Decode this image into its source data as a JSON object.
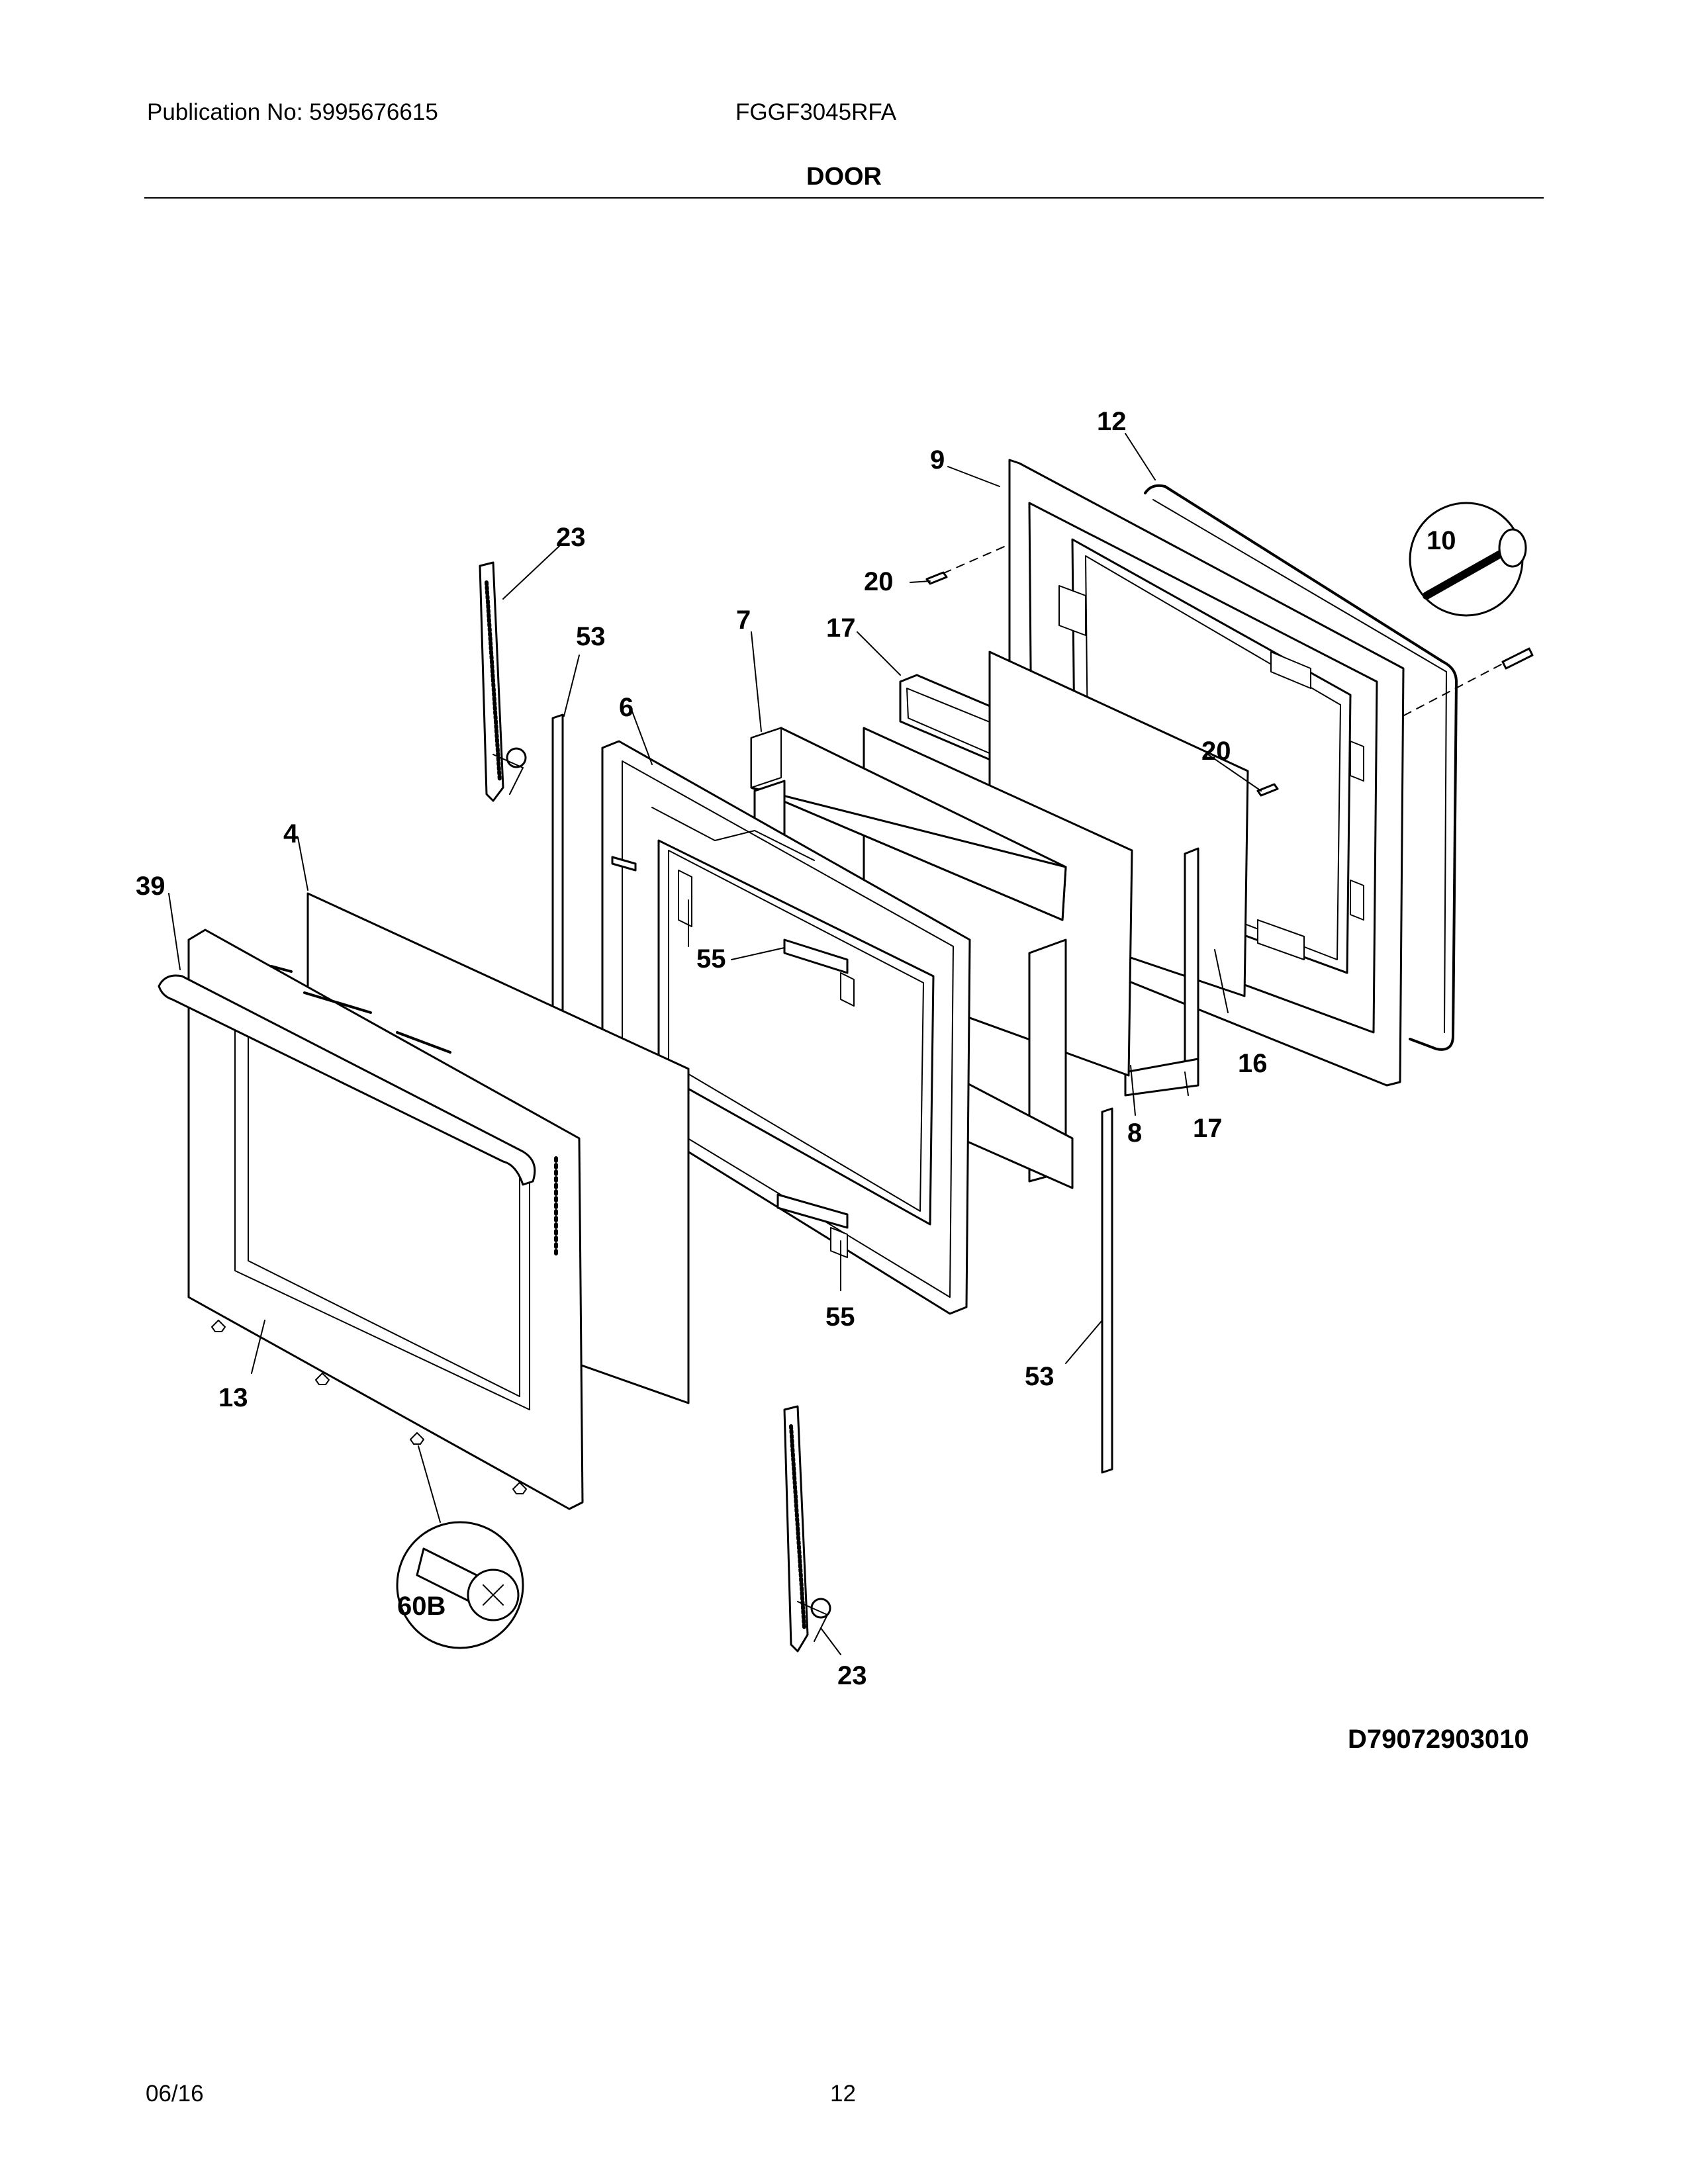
{
  "header": {
    "publication": "Publication No: 5995676615",
    "model": "FGGF3045RFA",
    "title": "DOOR"
  },
  "drawing_id": "D79072903010",
  "callouts": [
    {
      "id": "c-12",
      "text": "12"
    },
    {
      "id": "c-9",
      "text": "9"
    },
    {
      "id": "c-10",
      "text": "10"
    },
    {
      "id": "c-20a",
      "text": "20"
    },
    {
      "id": "c-23a",
      "text": "23"
    },
    {
      "id": "c-53a",
      "text": "53"
    },
    {
      "id": "c-7",
      "text": "7"
    },
    {
      "id": "c-17a",
      "text": "17"
    },
    {
      "id": "c-6",
      "text": "6"
    },
    {
      "id": "c-20b",
      "text": "20"
    },
    {
      "id": "c-4",
      "text": "4"
    },
    {
      "id": "c-39",
      "text": "39"
    },
    {
      "id": "c-55a",
      "text": "55"
    },
    {
      "id": "c-16",
      "text": "16"
    },
    {
      "id": "c-8",
      "text": "8"
    },
    {
      "id": "c-17b",
      "text": "17"
    },
    {
      "id": "c-55b",
      "text": "55"
    },
    {
      "id": "c-53b",
      "text": "53"
    },
    {
      "id": "c-13",
      "text": "13"
    },
    {
      "id": "c-60b",
      "text": "60B"
    },
    {
      "id": "c-23b",
      "text": "23"
    }
  ],
  "footer": {
    "date": "06/16",
    "page": "12"
  }
}
